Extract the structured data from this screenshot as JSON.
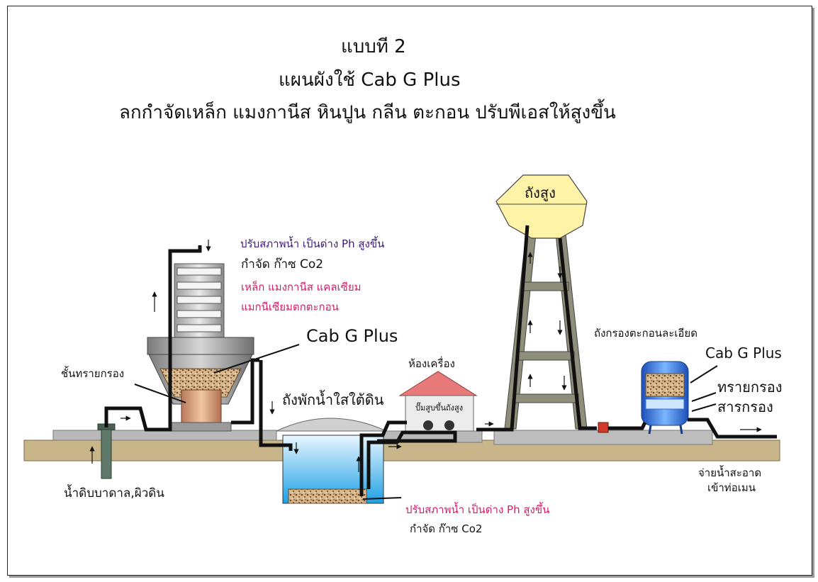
{
  "titles": {
    "line1": "แบบที 2",
    "line2": "แผนผังใช้  Cab G Plus",
    "line3": "ลกกำจัดเหล็ก แมงกานีส หินปูน กลีน ตะกอน ปรับพีเอสให้สูงขึ้น"
  },
  "labels": {
    "aerator_note1": "ปรับสภาพน้ำ เป็นด่าง Ph สูงขึ้น",
    "aerator_note2": "กำจัด ก๊าซ Co2",
    "aerator_note3": "เหล็ก แมงกานีส แคลเซียม",
    "aerator_note4": "แมกนีเซียมตกตะกอน",
    "cab_main": "Cab G Plus",
    "sand_layer": "ชั้นทรายกรอง",
    "raw_water": "น้ำดิบบาดาล,ผิวดิน",
    "underground_tank": "ถังพักน้ำใสใต้ดิน",
    "pump_room": "ห้องเครื่อง",
    "pump_label": "ปั๊มสูบขึ้นถังสูง",
    "high_tank": "ถังสูง",
    "fine_filter": "ถังกรองตะกอนละเอียด",
    "cab_filter": "Cab G Plus",
    "filter_sand": "ทรายกรอง",
    "filter_media": "สารกรอง",
    "distribute1": "จ่ายน้ำสะอาด",
    "distribute2": "เข้าท่อเมน",
    "tank_note1": "ปรับสภาพน้ำ เป็นด่าง Ph สูงขึ้น",
    "tank_note2": "กำจัด ก๊าซ Co2"
  },
  "colors": {
    "ground": "#c8b58a",
    "pipe": "#111111",
    "water_top": "#e8f6ff",
    "water_bottom": "#1ea0e6",
    "purple_text": "#3a1a7a",
    "pink_text": "#d0206a",
    "tower_fill": "#8e8e7a",
    "tank_fill": "#fff3a8",
    "pump_roof": "#e97a7a",
    "filter_blue": "#3b6fd0",
    "valve_red": "#d23a2a"
  }
}
